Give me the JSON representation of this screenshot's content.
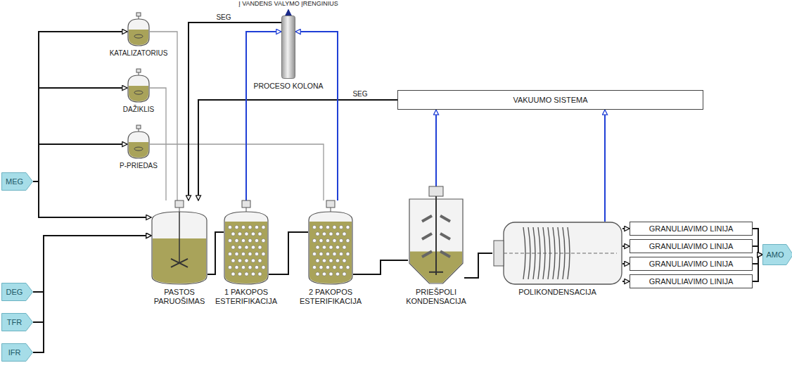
{
  "diagram": {
    "nodes": [
      {
        "text": [
          "KATALIZATORIUS"
        ]
      },
      {
        "text": [
          "DAŽIKLIS"
        ]
      },
      {
        "text": [
          "P-PRIEDAS"
        ]
      },
      {
        "text": [
          "PROCESO KOLONA"
        ]
      },
      {
        "text": [
          "VAKUUMO SISTEMA"
        ]
      },
      {
        "text": [
          "MEG"
        ]
      },
      {
        "text": [
          "DEG"
        ]
      },
      {
        "text": [
          "TFR"
        ]
      },
      {
        "text": [
          "IFR"
        ]
      },
      {
        "text": [
          "PASTOS PARUOŠIMAS"
        ]
      },
      {
        "text": [
          "1 PAKOPOS ESTERIFIKACIJA"
        ]
      },
      {
        "text": [
          "2 PAKOPOS ESTERIFIKACIJA"
        ]
      },
      {
        "text": [
          "PRIEŠPOLI KONDENSACIJA"
        ]
      },
      {
        "text": [
          "POLIKONDENSACIJA"
        ]
      },
      {
        "text": [
          "GRANULIAVIMO LINIJA"
        ]
      },
      {
        "text": [
          "GRANULIAVIMO LINIJA"
        ]
      },
      {
        "text": [
          "GRANULIAVIMO LINIJA"
        ]
      },
      {
        "text": [
          "GRANULIAVIMO LINIJA"
        ]
      },
      {
        "text": [
          "AMO"
        ]
      }
    ],
    "edges": [
      {
        "from": 5,
        "to": 0,
        "arrow": "to"
      },
      {
        "from": 5,
        "to": 1,
        "arrow": "to"
      },
      {
        "from": 5,
        "to": 2,
        "arrow": "to"
      },
      {
        "from": 5,
        "to": 9,
        "arrow": "to"
      },
      {
        "from": 6,
        "to": 9,
        "arrow": "to"
      },
      {
        "from": 7,
        "to": 9,
        "arrow": "to"
      },
      {
        "from": 8,
        "to": 9,
        "arrow": "to"
      },
      {
        "from": 0,
        "to": 9,
        "arrow": "none"
      },
      {
        "from": 1,
        "to": 9,
        "arrow": "none"
      },
      {
        "from": 2,
        "to": 11,
        "arrow": "none"
      },
      {
        "from": 3,
        "to": 9,
        "label": "SEG",
        "arrow": "to"
      },
      {
        "from": 4,
        "to": 9,
        "label": "SEG",
        "arrow": "to"
      },
      {
        "from": 10,
        "to": 3,
        "arrow": "to"
      },
      {
        "from": 11,
        "to": 3,
        "arrow": "to"
      },
      {
        "from": 12,
        "to": 4,
        "arrow": "to"
      },
      {
        "from": 13,
        "to": 4,
        "arrow": "to"
      },
      {
        "from": 9,
        "to": 10,
        "arrow": "none"
      },
      {
        "from": 10,
        "to": 11,
        "arrow": "none"
      },
      {
        "from": 11,
        "to": 12,
        "arrow": "none"
      },
      {
        "from": 12,
        "to": 13,
        "arrow": "none"
      },
      {
        "from": 13,
        "to": 14,
        "arrow": "to"
      },
      {
        "from": 13,
        "to": 15,
        "arrow": "to"
      },
      {
        "from": 13,
        "to": 16,
        "arrow": "to"
      },
      {
        "from": 13,
        "to": 17,
        "arrow": "to"
      },
      {
        "from": 14,
        "to": 18,
        "arrow": "to"
      },
      {
        "from": 15,
        "to": 18,
        "arrow": "to"
      },
      {
        "from": 16,
        "to": 18,
        "arrow": "to"
      },
      {
        "from": 17,
        "to": 18,
        "arrow": "to"
      }
    ],
    "labels": [
      "Į VANDENS VALYMO ĮRENGINIUS"
    ]
  }
}
